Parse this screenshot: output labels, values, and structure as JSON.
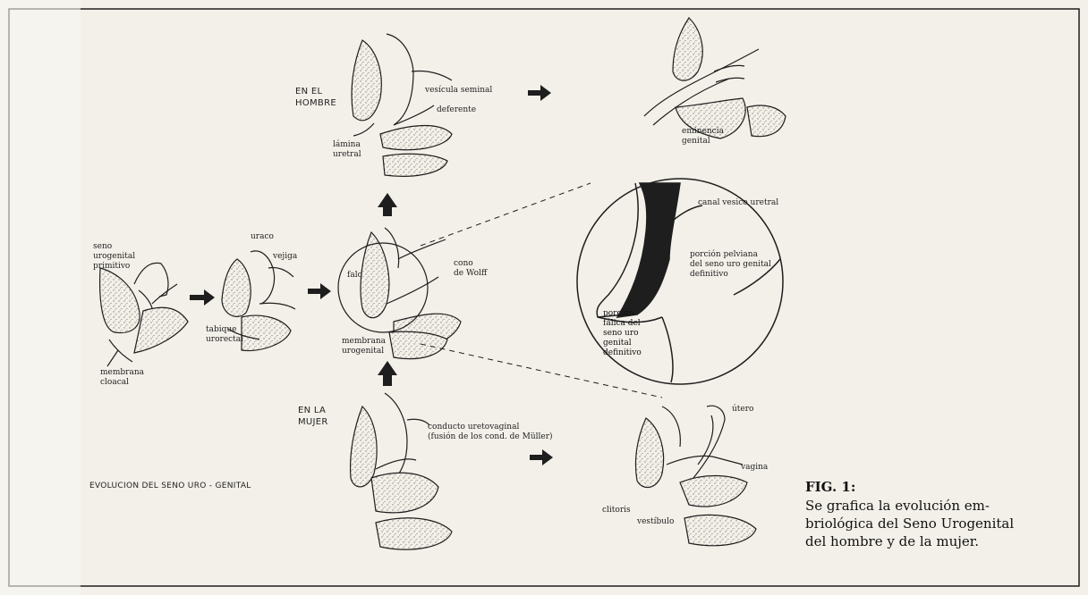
{
  "colors": {
    "paper": "#f3f0e9",
    "ink": "#1e1e1e",
    "stipple": "#bdb8ae"
  },
  "headers": {
    "male": "EN EL\nHOMBRE",
    "female": "EN LA\nMUJER"
  },
  "subtitle": "EVOLUCION DEL SENO URO - GENITAL",
  "caption": {
    "title": "FIG. 1:",
    "body": "Se grafica la evolución em-\nbriológica del Seno Urogenital\ndel hombre y de la mujer."
  },
  "labels": {
    "seno_urogenital_primitivo": "seno\nurogenital\nprimitivo",
    "membrana_cloacal": "membrana\ncloacal",
    "uraco": "uraco",
    "vejiga": "vejiga",
    "tabique_urorectal": "tabique\nurorectal",
    "falo": "falo",
    "cono_de_wolff": "cono\nde Wolff",
    "membrana_urogenital": "membrana\nurogenital",
    "vesicula_seminal": "vesícula seminal",
    "deferente": "deferente",
    "lamina_uretral": "lámina\nuretral",
    "eminencia_genital": "eminencia\ngenital",
    "canal_vesico_uretral": "canal vesico uretral",
    "porcion_pelviana": "porción pelviana\ndel seno uro genital\ndefinitivo",
    "porcion_falica": "porción\nfálica del\nseno uro\ngenital\ndefinitivo",
    "conducto_uretovaginal": "conducto uretovaginal\n(fusión de los cond. de Müller)",
    "utero": "útero",
    "vagina": "vagina",
    "clitoris": "clitoris",
    "vestibulo": "vestíbulo"
  }
}
